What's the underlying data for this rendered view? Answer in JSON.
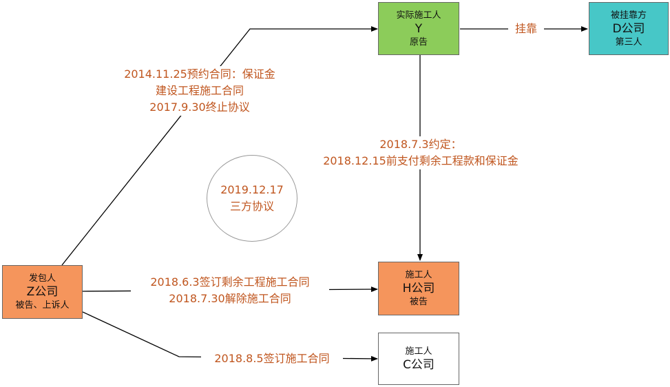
{
  "nodes": {
    "y": {
      "role": "实际施工人",
      "name": "Y",
      "tag": "原告",
      "color": "#8ccc5a"
    },
    "d": {
      "role": "被挂靠方",
      "name": "D公司",
      "tag": "第三人",
      "color": "#47c7c7"
    },
    "z": {
      "role": "发包人",
      "name": "Z公司",
      "tag": "被告、上诉人",
      "color": "#f5955c"
    },
    "h": {
      "role": "施工人",
      "name": "H公司",
      "tag": "被告",
      "color": "#f5955c"
    },
    "c": {
      "role": "施工人",
      "name": "C公司",
      "tag": "",
      "color": "#ffffff"
    }
  },
  "edges": {
    "z_y": {
      "lines": [
        "2014.11.25预约合同：保证金",
        "建设工程施工合同",
        "2017.9.30终止协议"
      ]
    },
    "y_d": {
      "lines": [
        "挂靠"
      ]
    },
    "y_h": {
      "lines": [
        "2018.7.3约定：",
        "2018.12.15前支付剩余工程款和保证金"
      ]
    },
    "z_h": {
      "lines": [
        "2018.6.3签订剩余工程施工合同",
        "2018.7.30解除施工合同"
      ]
    },
    "z_c": {
      "lines": [
        "2018.8.5签订施工合同"
      ]
    }
  },
  "circle": {
    "lines": [
      "2019.12.17",
      "三方协议"
    ]
  }
}
